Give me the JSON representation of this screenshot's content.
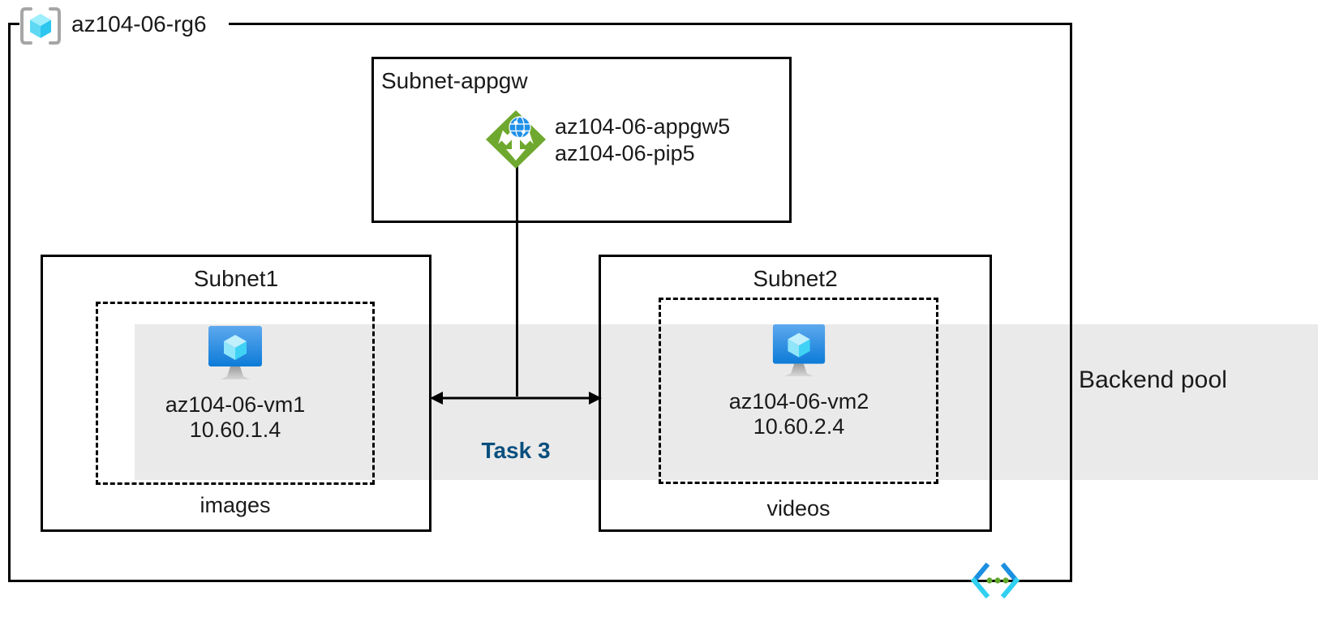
{
  "diagram": {
    "title": "az104-06-rg6",
    "resource_group": {
      "name": "az104-06-rg6",
      "icon": "resource-group-cube-icon"
    },
    "subnets": [
      {
        "id": "subnet-appgw",
        "name": "Subnet-appgw",
        "resources": [
          {
            "name": "az104-06-appgw5",
            "icon": "application-gateway-icon"
          },
          {
            "name": "az104-06-pip5",
            "icon": "public-ip-icon"
          }
        ]
      },
      {
        "id": "subnet1",
        "name": "Subnet1",
        "vm": {
          "name": "az104-06-vm1",
          "ip": "10.60.1.4",
          "icon": "virtual-machine-icon"
        },
        "container": "images"
      },
      {
        "id": "subnet2",
        "name": "Subnet2",
        "vm": {
          "name": "az104-06-vm2",
          "ip": "10.60.2.4",
          "icon": "virtual-machine-icon"
        },
        "container": "videos"
      }
    ],
    "backend_pool": {
      "label": "Backend pool"
    },
    "annotations": [
      {
        "id": "task3",
        "label": "Task 3",
        "color": "#0A4F7E"
      }
    ],
    "corner_icon": "code-brackets-icon",
    "colors": {
      "border": "#000000",
      "pool_band": "#EAEAEA",
      "appgw_green": "#6EA82E",
      "appgw_globe_blue": "#1E90E8",
      "vm_blue": "#2E8DE0",
      "cube_cyan": "#4FD8F7",
      "task_navy": "#0A4F7E",
      "bracket_grey": "#A6A6A6",
      "code_icon_blue": "#1B8FE0",
      "code_icon_cyan": "#2FD0F0",
      "code_icon_green": "#5FA82A"
    }
  }
}
